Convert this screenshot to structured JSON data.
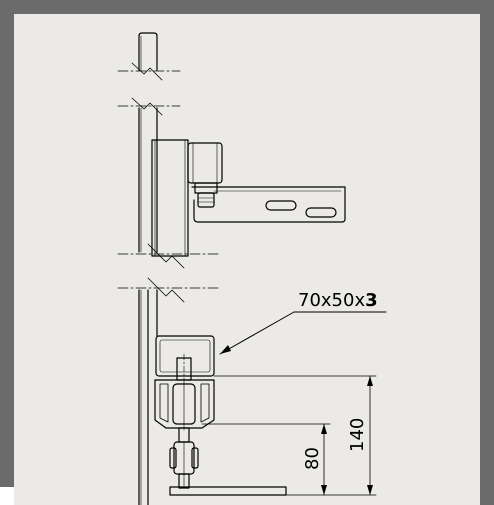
{
  "colors": {
    "frame": "#6b6b6b",
    "paper": "#ebeae6",
    "ink": "#000000"
  },
  "labels": {
    "profile": "70x50x",
    "profile_bold": "3",
    "dim_outer": "140",
    "dim_inner": "80"
  }
}
